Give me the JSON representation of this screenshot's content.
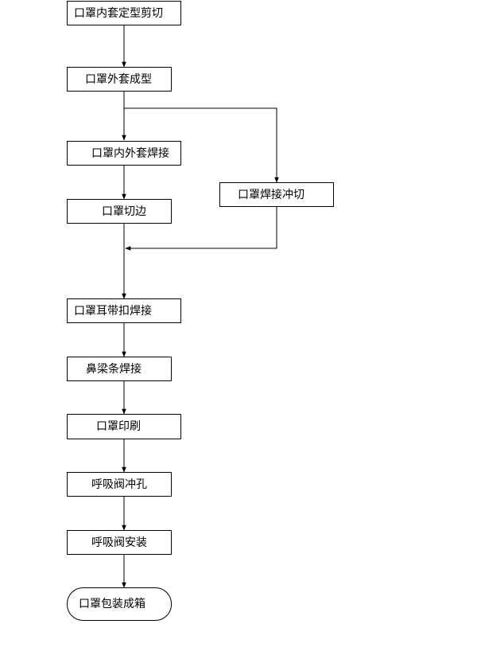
{
  "diagram": {
    "colors": {
      "stroke": "#000000",
      "fill": "#ffffff",
      "text": "#000000"
    },
    "nodes": [
      {
        "id": "n1",
        "label": "口罩内套定型剪切",
        "shape": "rect"
      },
      {
        "id": "n2",
        "label": "口罩外套成型",
        "shape": "rect"
      },
      {
        "id": "n3",
        "label": "口罩内外套焊接",
        "shape": "rect"
      },
      {
        "id": "n4",
        "label": "口罩焊接冲切",
        "shape": "rect"
      },
      {
        "id": "n5",
        "label": "口罩切边",
        "shape": "rect"
      },
      {
        "id": "n6",
        "label": "口罩耳带扣焊接",
        "shape": "rect"
      },
      {
        "id": "n7",
        "label": "鼻梁条焊接",
        "shape": "rect"
      },
      {
        "id": "n8",
        "label": "口罩印刷",
        "shape": "rect"
      },
      {
        "id": "n9",
        "label": "呼吸阀冲孔",
        "shape": "rect"
      },
      {
        "id": "n10",
        "label": "呼吸阀安装",
        "shape": "rect"
      },
      {
        "id": "n11",
        "label": "口罩包装成箱",
        "shape": "rounded"
      }
    ]
  }
}
